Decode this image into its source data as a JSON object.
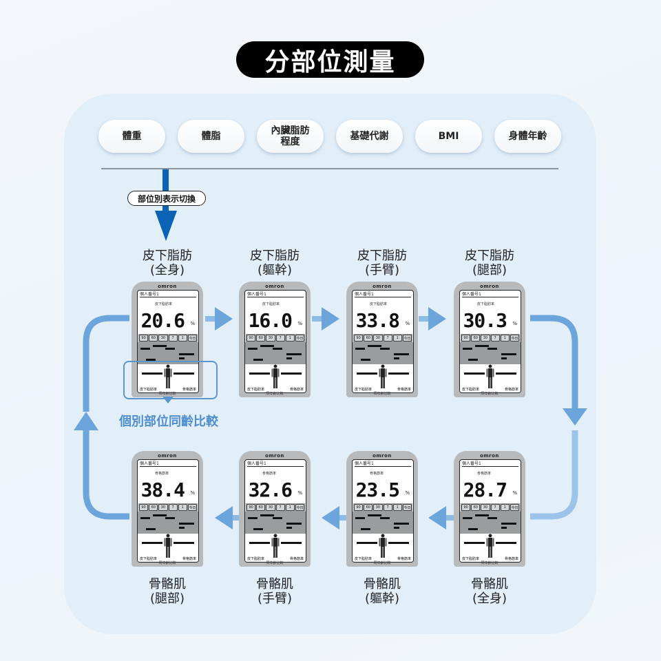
{
  "title": "分部位測量",
  "metrics": [
    "體重",
    "體脂",
    "內臟脂肪\n程度",
    "基礎代謝",
    "BMI",
    "身體年齡"
  ],
  "switch_label": "部位別表示切換",
  "compare_label": "個別部位同齡比較",
  "colors": {
    "primary_arrow": "#0b63b6",
    "flow_arrow": "#6ba5dc",
    "highlight": "#5b95cf",
    "panel": "#e2eef8"
  },
  "device": {
    "brand": "omron",
    "user_id": "個人番号1",
    "chips": [
      "90",
      "60",
      "30",
      "7",
      "1",
      "今日"
    ],
    "body_labels": [
      "皮下脂肪率",
      "骨格筋率"
    ],
    "footer": "同年齢比較",
    "unit": "%"
  },
  "top_row": [
    {
      "caption": "皮下脂肪\n(全身)",
      "mode": "皮下脂肪率",
      "value": "20.6"
    },
    {
      "caption": "皮下脂肪\n(軀幹)",
      "mode": "皮下脂肪率",
      "value": "16.0"
    },
    {
      "caption": "皮下脂肪\n(手臂)",
      "mode": "皮下脂肪率",
      "value": "33.8"
    },
    {
      "caption": "皮下脂肪\n(腿部)",
      "mode": "皮下脂肪率",
      "value": "30.3"
    }
  ],
  "bottom_row": [
    {
      "caption": "骨骼肌\n(腿部)",
      "mode": "骨格筋率",
      "value": "38.4"
    },
    {
      "caption": "骨骼肌\n(手臂)",
      "mode": "骨格筋率",
      "value": "32.6"
    },
    {
      "caption": "骨骼肌\n(軀幹)",
      "mode": "骨格筋率",
      "value": "23.5"
    },
    {
      "caption": "骨骼肌\n(全身)",
      "mode": "骨格筋率",
      "value": "28.7"
    }
  ]
}
